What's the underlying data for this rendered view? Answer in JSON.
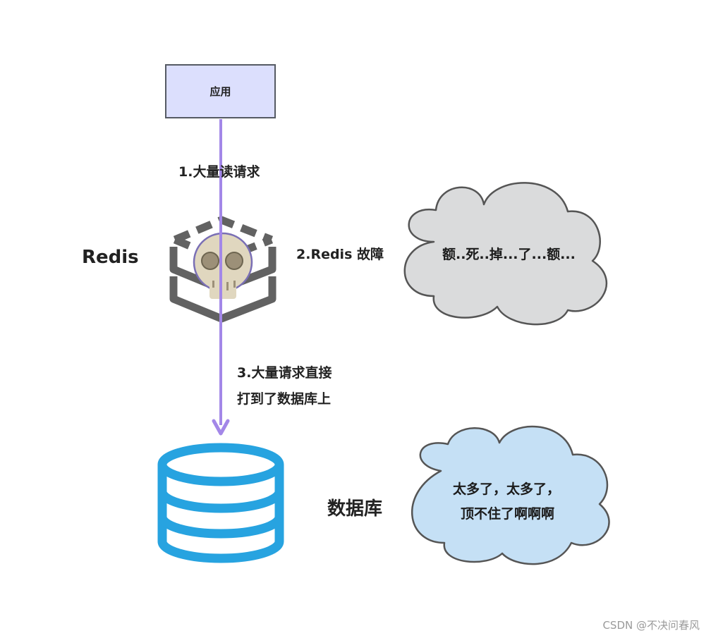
{
  "app_box": {
    "label": "应用"
  },
  "steps": {
    "step1": "1.大量读请求",
    "step2": "2.Redis 故障",
    "step3_line1": "3.大量请求直接",
    "step3_line2": "打到了数据库上"
  },
  "nodes": {
    "redis_label": "Redis",
    "database_label": "数据库"
  },
  "clouds": {
    "redis_cloud_text": "额..死..掉...了...额...",
    "db_cloud_line1": "太多了，太多了，",
    "db_cloud_line2": "顶不住了啊啊啊"
  },
  "watermark": "CSDN @不决问春风",
  "colors": {
    "arrow": "#a387e8",
    "app_box_fill": "#dcdffd",
    "redis_cloud_fill": "#dadbdc",
    "db_cloud_fill": "#c5e0f5",
    "database_icon": "#27a3e0",
    "redis_icon": "#626262",
    "skull": "#e0d7bf"
  },
  "icons": {
    "redis": "redis-cube-icon",
    "skull": "skull-icon",
    "database": "database-icon"
  }
}
